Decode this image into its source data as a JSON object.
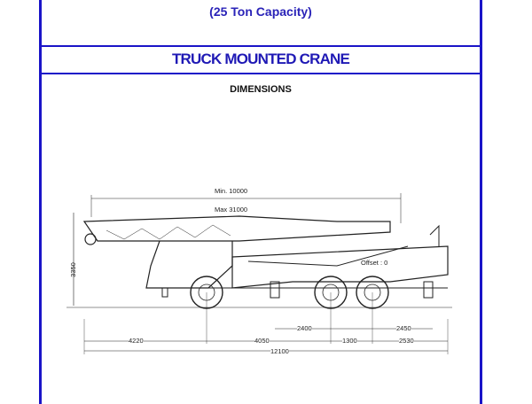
{
  "header": {
    "capacity": "(25 Ton Capacity)",
    "title": "TRUCK MOUNTED CRANE",
    "section": "DIMENSIONS"
  },
  "colors": {
    "border": "#1a14c8",
    "title": "#1f19b5"
  },
  "drawing": {
    "boom_min": "Min.  10000",
    "boom_max": "Max  31000",
    "offset": "Offset : 0",
    "height": "3350",
    "dims_row1": [
      "2400",
      "2450"
    ],
    "dims_row2": [
      "4220",
      "4050",
      "1300",
      "2530"
    ],
    "overall_length": "12100"
  }
}
